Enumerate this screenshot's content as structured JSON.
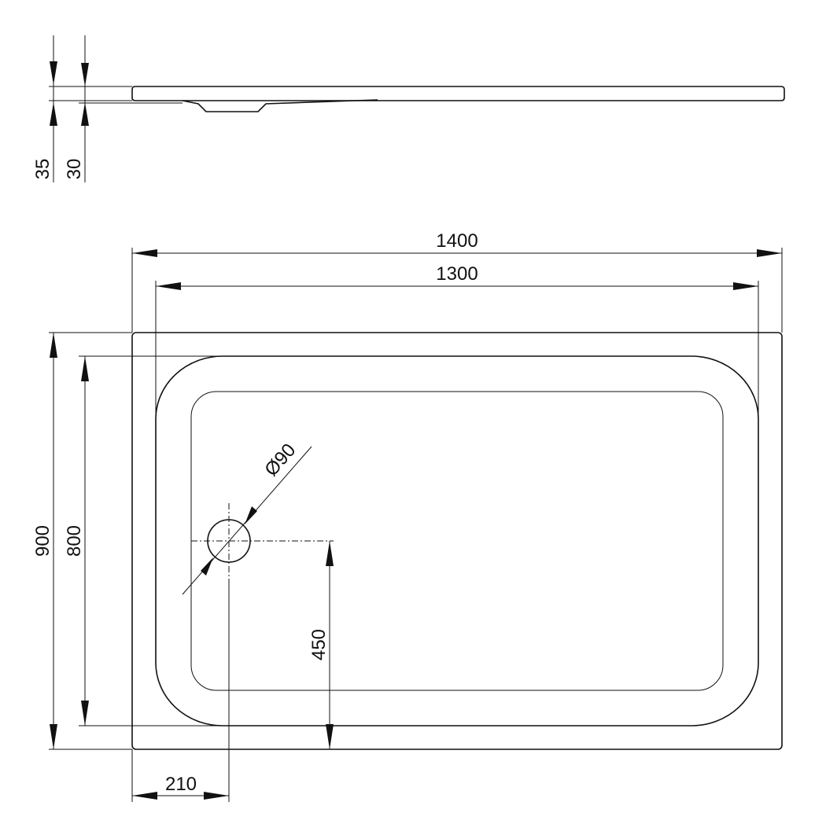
{
  "dimensions": {
    "side_total_height": "35",
    "side_tray_height": "30",
    "overall_length": "1400",
    "inner_length": "1300",
    "overall_width": "900",
    "inner_width": "800",
    "drain_diameter": "Ø90",
    "drain_from_bottom": "450",
    "drain_from_left": "210"
  }
}
